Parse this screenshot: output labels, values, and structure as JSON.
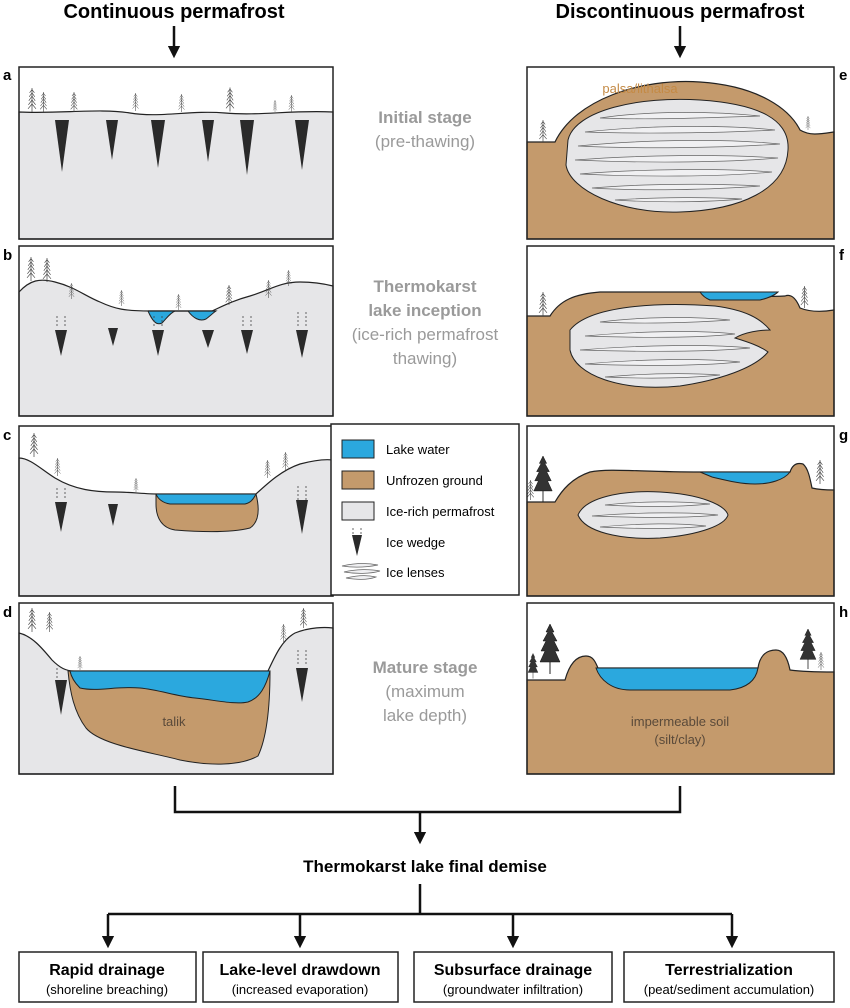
{
  "headers": {
    "left": "Continuous permafrost",
    "right": "Discontinuous permafrost"
  },
  "panel_letters": [
    "a",
    "b",
    "c",
    "d",
    "e",
    "f",
    "g",
    "h"
  ],
  "stages": {
    "initial": {
      "title": "Initial stage",
      "note": "(pre-thawing)"
    },
    "inception": {
      "title_1": "Thermokarst",
      "title_2": "lake inception",
      "note_1": "(ice-rich permafrost",
      "note_2": "thawing)"
    },
    "mature": {
      "title": "Mature stage",
      "note_1": "(maximum",
      "note_2": "lake depth)"
    }
  },
  "legend": [
    {
      "label": "Lake water",
      "icon": "water-swatch"
    },
    {
      "label": "Unfrozen ground",
      "icon": "ground-swatch"
    },
    {
      "label": "Ice-rich permafrost",
      "icon": "permafrost-swatch"
    },
    {
      "label": "Ice wedge",
      "icon": "ice-wedge-icon"
    },
    {
      "label": "Ice lenses",
      "icon": "ice-lenses-icon"
    }
  ],
  "labels": {
    "palsa": "palsa/lithalsa",
    "talik": "talik",
    "soil_1": "impermeable soil",
    "soil_2": "(silt/clay)"
  },
  "final": "Thermokarst lake final demise",
  "outcomes": [
    {
      "title": "Rapid drainage",
      "sub": "(shoreline breaching)"
    },
    {
      "title": "Lake-level drawdown",
      "sub": "(increased evaporation)"
    },
    {
      "title": "Subsurface drainage",
      "sub": "(groundwater infiltration)"
    },
    {
      "title": "Terrestrialization",
      "sub": "(peat/sediment accumulation)"
    }
  ],
  "colors": {
    "water": "#2ba8de",
    "ground": "#c49a6c",
    "permafrost": "#e6e6e8",
    "lens": "#f0f0f2",
    "gray_text": "#9a9a9a",
    "line": "#222222"
  }
}
